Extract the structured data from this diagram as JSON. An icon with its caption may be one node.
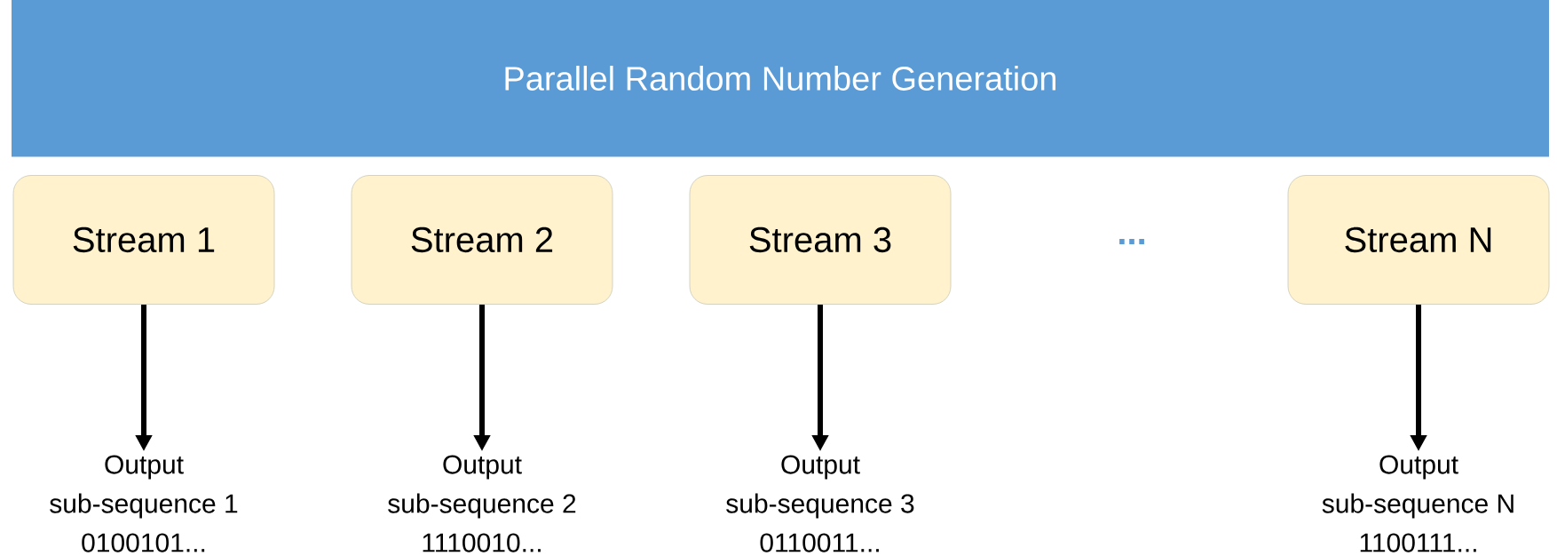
{
  "diagram": {
    "title": "Parallel Random Number Generation",
    "nodes": [
      {
        "text": [
          "Stream 1"
        ]
      },
      {
        "text": [
          "Stream 2"
        ]
      },
      {
        "text": [
          "Stream 3"
        ]
      },
      {
        "text": [
          "Stream N"
        ]
      },
      {
        "text": [
          "Output",
          "sub-sequence 1",
          "0100101..."
        ]
      },
      {
        "text": [
          "Output",
          "sub-sequence 2",
          "1110010..."
        ]
      },
      {
        "text": [
          "Output",
          "sub-sequence 3",
          "0110011..."
        ]
      },
      {
        "text": [
          "Output",
          "sub-sequence N",
          "1100111..."
        ]
      }
    ],
    "edges": [
      {
        "from": 0,
        "to": 4,
        "arrow": "to"
      },
      {
        "from": 1,
        "to": 5,
        "arrow": "to"
      },
      {
        "from": 2,
        "to": 6,
        "arrow": "to"
      },
      {
        "from": 3,
        "to": 7,
        "arrow": "to"
      }
    ],
    "labels": [
      "..."
    ]
  }
}
